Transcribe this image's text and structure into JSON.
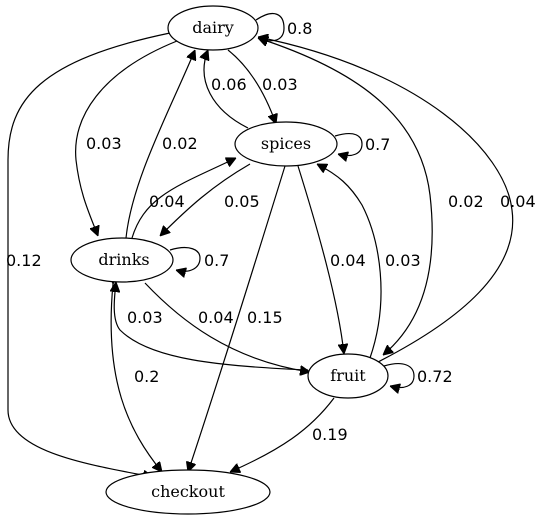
{
  "nodes": [
    {
      "id": "dairy",
      "label": "dairy"
    },
    {
      "id": "spices",
      "label": "spices"
    },
    {
      "id": "drinks",
      "label": "drinks"
    },
    {
      "id": "fruit",
      "label": "fruit"
    },
    {
      "id": "checkout",
      "label": "checkout"
    }
  ],
  "edges": [
    {
      "from": "dairy",
      "to": "dairy",
      "label": "0.8"
    },
    {
      "from": "dairy",
      "to": "spices",
      "label": "0.03"
    },
    {
      "from": "dairy",
      "to": "drinks",
      "label": "0.03"
    },
    {
      "from": "dairy",
      "to": "fruit",
      "label": "0.02"
    },
    {
      "from": "dairy",
      "to": "checkout",
      "label": "0.12"
    },
    {
      "from": "spices",
      "to": "spices",
      "label": "0.7"
    },
    {
      "from": "spices",
      "to": "dairy",
      "label": "0.06"
    },
    {
      "from": "spices",
      "to": "drinks",
      "label": "0.05"
    },
    {
      "from": "spices",
      "to": "fruit",
      "label": "0.04"
    },
    {
      "from": "spices",
      "to": "checkout",
      "label": "0.15"
    },
    {
      "from": "drinks",
      "to": "drinks",
      "label": "0.7"
    },
    {
      "from": "drinks",
      "to": "dairy",
      "label": "0.02"
    },
    {
      "from": "drinks",
      "to": "spices",
      "label": "0.04"
    },
    {
      "from": "drinks",
      "to": "fruit",
      "label": "0.04"
    },
    {
      "from": "drinks",
      "to": "checkout",
      "label": "0.2"
    },
    {
      "from": "fruit",
      "to": "fruit",
      "label": "0.72"
    },
    {
      "from": "fruit",
      "to": "dairy",
      "label": "0.04"
    },
    {
      "from": "fruit",
      "to": "spices",
      "label": "0.03"
    },
    {
      "from": "fruit",
      "to": "drinks",
      "label": "0.03"
    },
    {
      "from": "fruit",
      "to": "checkout",
      "label": "0.19"
    }
  ]
}
